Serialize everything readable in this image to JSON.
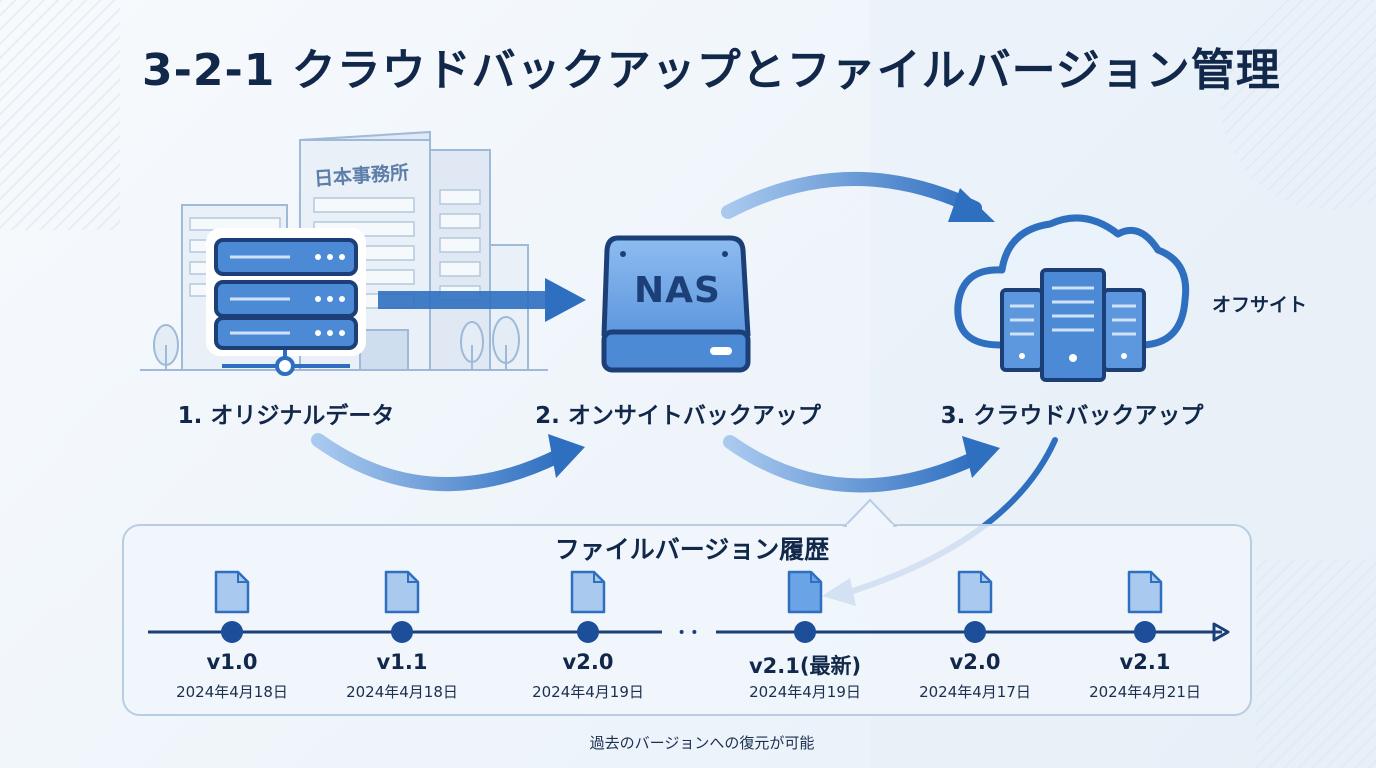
{
  "title": "3-2-1 クラウドバックアップとファイルバージョン管理",
  "building_sign": "日本事務所",
  "nas_label": "NAS",
  "offsite_label": "オフサイト",
  "stages": [
    {
      "label": "1. オリジナルデータ",
      "icon": "server-icon"
    },
    {
      "label": "2. オンサイトバックアップ",
      "icon": "nas-drive-icon"
    },
    {
      "label": "3. クラウドバックアップ",
      "icon": "cloud-server-icon"
    }
  ],
  "history": {
    "title": "ファイルバージョン履歴",
    "versions": [
      {
        "label": "v1.0",
        "date": "2024年4月18日"
      },
      {
        "label": "v1.1",
        "date": "2024年4月18日"
      },
      {
        "label": "v2.0",
        "date": "2024年4月19日"
      },
      {
        "label": "v2.1(最新)",
        "date": "2024年4月19日"
      },
      {
        "label": "v2.0",
        "date": "2024年4月17日"
      },
      {
        "label": "v2.1",
        "date": "2024年4月21日"
      }
    ],
    "ellipsis": "• •"
  },
  "footnote": "過去のバージョンへの復元が可能",
  "colors": {
    "primary": "#2f6fc0",
    "dark": "#1c3f78",
    "light": "#a9c9ef",
    "text": "#12284a"
  }
}
